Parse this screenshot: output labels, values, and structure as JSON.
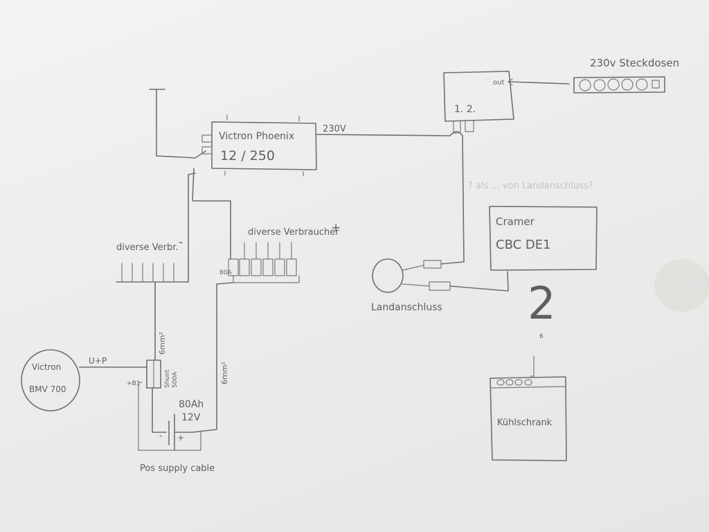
{
  "diagram": {
    "inverter": {
      "line1": "Victron Phoenix",
      "line2": "12 / 250",
      "output_label": "230V"
    },
    "outlets": {
      "label": "230v Steckdosen"
    },
    "switch_box": {
      "label": "1. 2.",
      "out_label": "out"
    },
    "charger": {
      "line1": "Cramer",
      "line2": "CBC DE1"
    },
    "erased_note": "? als ... von Landanschluss?",
    "shore_power": {
      "label": "Landanschluss"
    },
    "consumers_pos": {
      "label": "diverse Verbraucher",
      "mark": "+",
      "fuse_label": "80A"
    },
    "consumers_neg": {
      "label": "diverse Verbr.",
      "mark": "-"
    },
    "bmv": {
      "line1": "Victron",
      "line2": "BMV 700"
    },
    "shunt": {
      "line1": "Shunt",
      "line2": "500A",
      "link_label": "U+P",
      "b1_label": "+B1"
    },
    "wire_labels": {
      "neg_wire": "6mm²",
      "pos_wire": "6mm²"
    },
    "battery": {
      "line1": "80Ah",
      "line2": "12V",
      "neg": "-",
      "pos": "+"
    },
    "supply_cable": {
      "label": "Pos supply cable"
    },
    "number_two": "2",
    "number_small": "6",
    "fridge": {
      "label": "Kühlschrank"
    }
  }
}
